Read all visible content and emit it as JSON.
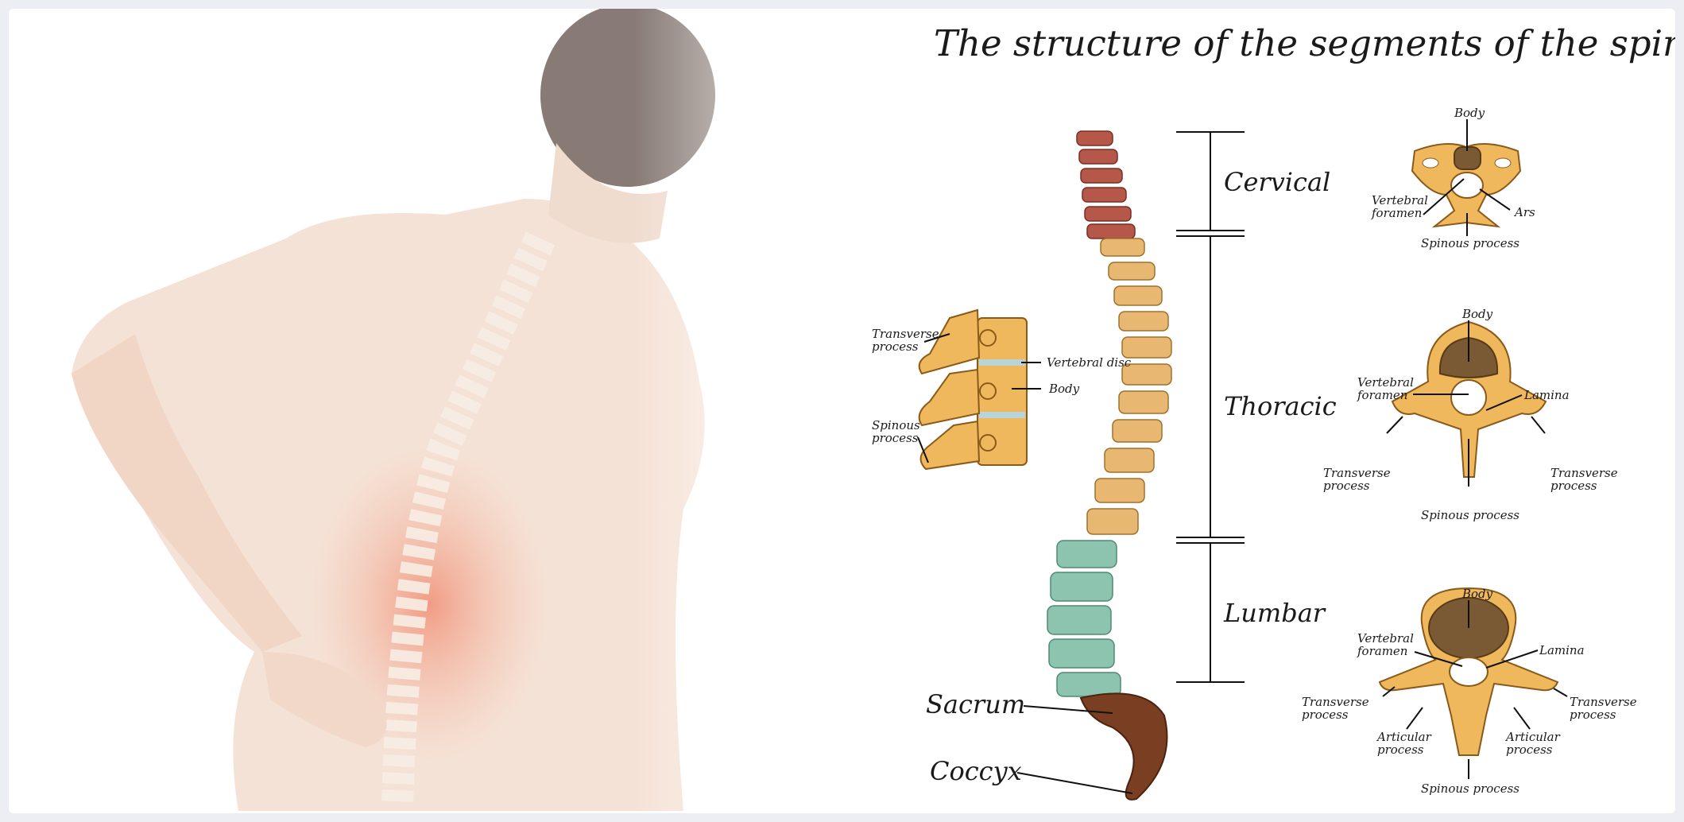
{
  "title": "The structure of the segments of the spine",
  "segments": {
    "cervical": "Cervical",
    "thoracic": "Thoracic",
    "lumbar": "Lumbar",
    "sacrum": "Sacrum",
    "coccyx": "Coccyx"
  },
  "side_view": {
    "transverse": [
      "Transverse",
      "process"
    ],
    "spinous": [
      "Spinous",
      "process"
    ],
    "disc": "Vertebral disc",
    "body": "Body"
  },
  "cervical_vertebra": {
    "body": "Body",
    "foramen": [
      "Vertebral",
      "foramen"
    ],
    "ars": "Ars",
    "spinous": "Spinous process"
  },
  "thoracic_vertebra": {
    "body": "Body",
    "foramen": [
      "Vertebral",
      "foramen"
    ],
    "lamina": "Lamina",
    "transverse_left": [
      "Transverse",
      "process"
    ],
    "transverse_right": [
      "Transverse",
      "process"
    ],
    "spinous": "Spinous process"
  },
  "lumbar_vertebra": {
    "body": "Body",
    "foramen": [
      "Vertebral",
      "foramen"
    ],
    "lamina": "Lamina",
    "transverse_left": [
      "Transverse",
      "process"
    ],
    "transverse_right": [
      "Transverse",
      "process"
    ],
    "articular_left": [
      "Articular",
      "process"
    ],
    "articular_right": [
      "Articular",
      "process"
    ],
    "spinous": "Spinous process"
  },
  "colors": {
    "cervical": "#b5584a",
    "thoracic": "#e8b872",
    "lumbar": "#8cc4b0",
    "sacrum": "#7a3f22",
    "bone": "#f0b85c"
  }
}
